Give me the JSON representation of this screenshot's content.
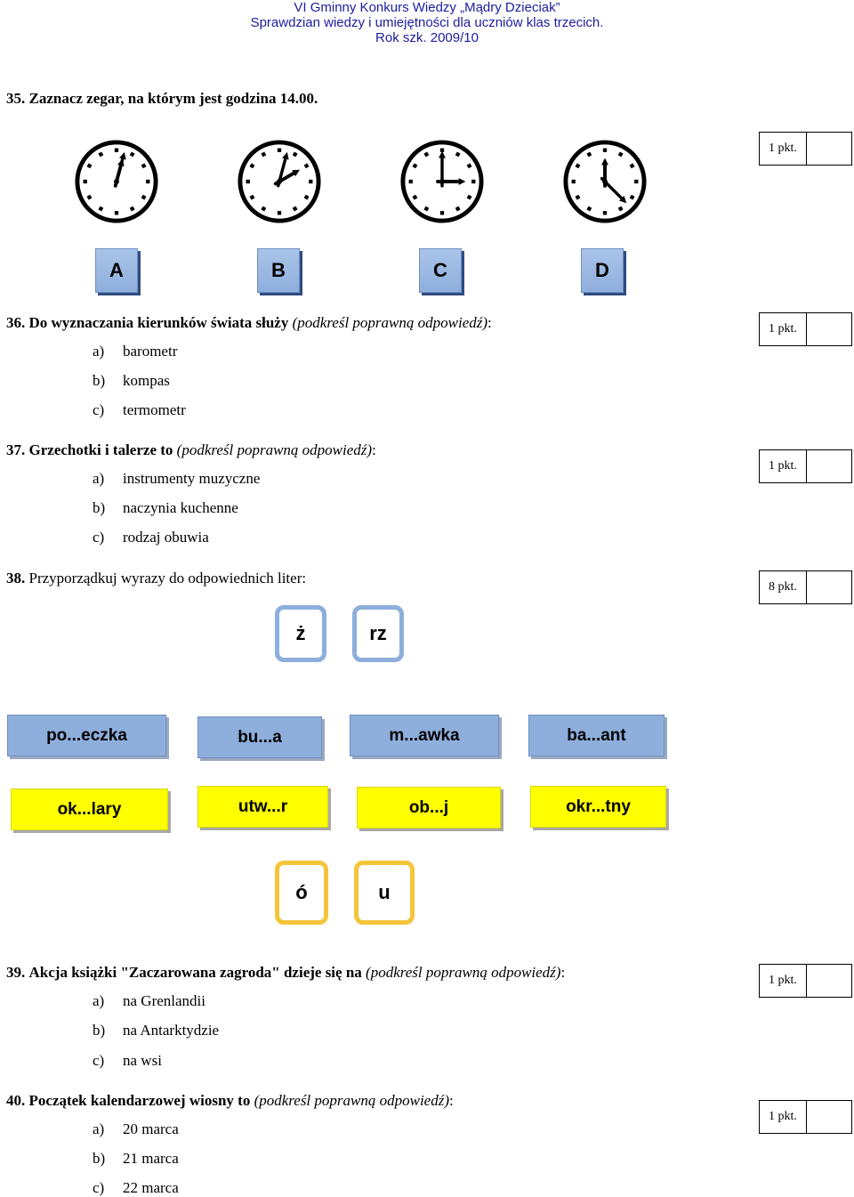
{
  "header": {
    "line1": "VI Gminny Konkurs Wiedzy „Mądry Dzieciak”",
    "line2": "Sprawdzian wiedzy i umiejętności dla uczniów klas trzecich.",
    "line3": "Rok szk. 2009/10"
  },
  "questions": [
    {
      "number": "35.",
      "text": "Zaznacz zegar, na którym jest godzina 14.00.",
      "points": "1 pkt.",
      "clocks": [
        {
          "label": "A",
          "hour_angle": 15,
          "minute_angle": 15
        },
        {
          "label": "B",
          "hour_angle": 60,
          "minute_angle": 15
        },
        {
          "label": "C",
          "hour_angle": 90,
          "minute_angle": 0
        },
        {
          "label": "D",
          "hour_angle": 0,
          "minute_angle": 135
        }
      ]
    },
    {
      "number": "36.",
      "text_plain": "Do wyznaczania kierunków świata służy ",
      "text_italic": "(podkreśl poprawną odpowiedź)",
      "text_end": ":",
      "points": "1 pkt.",
      "options": [
        {
          "letter": "a)",
          "text": "barometr"
        },
        {
          "letter": "b)",
          "text": "kompas"
        },
        {
          "letter": "c)",
          "text": "termometr"
        }
      ]
    },
    {
      "number": "37.",
      "text_plain": "Grzechotki i talerze to ",
      "text_italic": "(podkreśl poprawną odpowiedź)",
      "text_end": ":",
      "points": "1 pkt.",
      "options": [
        {
          "letter": "a)",
          "text": "instrumenty muzyczne"
        },
        {
          "letter": "b)",
          "text": "naczynia kuchenne"
        },
        {
          "letter": "c)",
          "text": "rodzaj obuwia"
        }
      ]
    },
    {
      "number": "38.",
      "text": "Przyporządkuj wyrazy do odpowiednich liter:",
      "points": "8 pkt.",
      "letters_top": [
        "ż",
        "rz"
      ],
      "words_blue": [
        "po...eczka",
        "bu...a",
        "m...awka",
        "ba...ant"
      ],
      "words_yellow": [
        "ok...lary",
        "utw...r",
        "ob...j",
        "okr...tny"
      ],
      "letters_bottom": [
        "ó",
        "u"
      ]
    },
    {
      "number": "39.",
      "text_plain": "Akcja książki \"Zaczarowana zagroda\" dzieje się na ",
      "text_italic": "(podkreśl poprawną odpowiedź)",
      "text_end": ":",
      "points": "1 pkt.",
      "options": [
        {
          "letter": "a)",
          "text": "na Grenlandii"
        },
        {
          "letter": "b)",
          "text": "na Antarktydzie"
        },
        {
          "letter": "c)",
          "text": "na wsi"
        }
      ]
    },
    {
      "number": "40.",
      "text_plain": "Początek kalendarzowej wiosny to ",
      "text_italic": "(podkreśl poprawną odpowiedź)",
      "text_end": ":",
      "points": "1 pkt.",
      "options": [
        {
          "letter": "a)",
          "text": "20 marca"
        },
        {
          "letter": "b)",
          "text": "21 marca"
        },
        {
          "letter": "c)",
          "text": "22 marca"
        }
      ]
    }
  ]
}
